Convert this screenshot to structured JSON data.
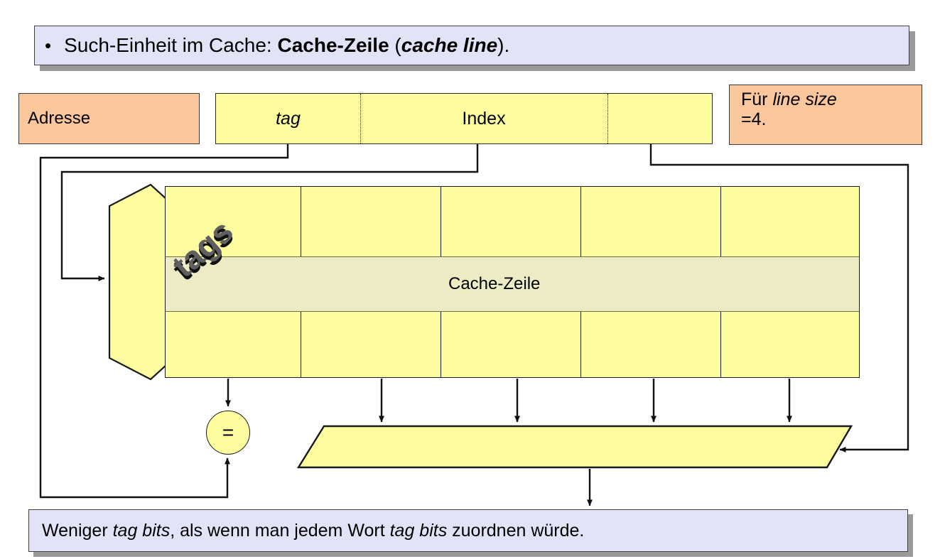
{
  "slide": {
    "bullet_glyph": "•",
    "title_parts": [
      {
        "text": "Such-Einheit im Cache: ",
        "style": "normal"
      },
      {
        "text": "Cache-Zeile",
        "style": "bold"
      },
      {
        "text": " (",
        "style": "normal"
      },
      {
        "text": "cache line",
        "style": "bold-italic"
      },
      {
        "text": ").",
        "style": "normal"
      }
    ],
    "title_plain": "Such-Einheit im Cache: Cache-Zeile (cache line)."
  },
  "address": {
    "label": "Adresse",
    "fields": [
      {
        "name": "tag",
        "label": "tag",
        "style": "italic"
      },
      {
        "name": "index",
        "label": "Index",
        "style": "normal"
      },
      {
        "name": "offset",
        "label": "",
        "style": "normal"
      }
    ]
  },
  "note": {
    "line1_prefix": "Für ",
    "line1_italic": "line size",
    "line2": "=4."
  },
  "cache": {
    "tags_label": "tags",
    "cache_line_label": "Cache-Zeile",
    "columns": 5,
    "rows": 3,
    "highlighted_row_index": 1,
    "tag_column_index": 0,
    "data_columns": 4
  },
  "logic": {
    "comparator_symbol": "=",
    "comparator_name": "tag-comparator",
    "mux_name": "word-multiplexer"
  },
  "caption": {
    "parts": [
      {
        "text": "Weniger ",
        "style": "normal"
      },
      {
        "text": "tag bits",
        "style": "italic"
      },
      {
        "text": ", als wenn man jedem Wort ",
        "style": "normal"
      },
      {
        "text": "tag bits",
        "style": "italic"
      },
      {
        "text": " zuordnen würde.",
        "style": "normal"
      }
    ],
    "plain": "Weniger tag bits, als wenn man jedem Wort tag bits zuordnen würde."
  },
  "colors": {
    "slide_box_bg": "#e3e3f8",
    "slide_box_shadow": "#9a9a9a",
    "orange_box_bg": "#fac69b",
    "yellow_fill": "#fdfda0",
    "highlight_row_bg": "#ecebc4",
    "line_color": "#1a1a1a",
    "tags_text_color": "#5f5f5f"
  }
}
